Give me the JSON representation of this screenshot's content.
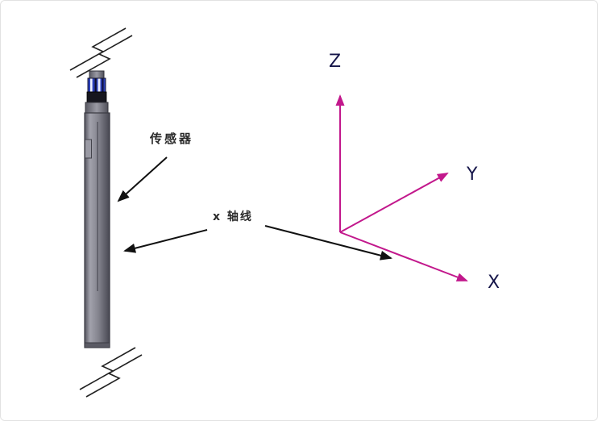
{
  "diagram": {
    "title": "sensor-axis-orientation-diagram",
    "labels": {
      "sensor": "传感器",
      "x_axis_line": "x 轴线",
      "axis_z": "Z",
      "axis_y": "Y",
      "axis_x": "X"
    },
    "colors": {
      "axis_line": "#c2188c",
      "annotation_arrow": "#111111",
      "axis_label_text": "#16164a",
      "sensor_body_gray": "#84848e",
      "connector_blue": "#2a3fb8",
      "break_line": "#222222",
      "background": "#ffffff"
    }
  }
}
